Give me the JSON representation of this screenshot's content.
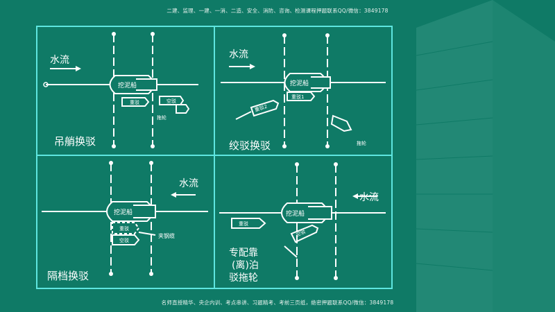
{
  "header": {
    "text": "二建、监理、一建、一消、二造、安全、消防、咨询、检测课程押题联系QQ/微信：3849178"
  },
  "footer": {
    "text": "名师直授精华、央企内训、考点串讲、习题精考、考前三页纸，绝密押题联系QQ/微信：3849178"
  },
  "panels": {
    "tl": {
      "flow": "水流",
      "dredger": "挖泥船",
      "barge_loaded": "重驳",
      "barge_empty": "空驳",
      "tug": "拖轮",
      "caption": "吊艄换驳"
    },
    "tr": {
      "flow": "水流",
      "dredger": "挖泥船",
      "barge_loaded_2": "重驳2",
      "barge_loaded_1": "重驳1",
      "tug": "拖轮",
      "caption": "绞驳换驳"
    },
    "bl": {
      "flow": "水流",
      "dredger": "挖泥船",
      "barge_loaded": "重驳",
      "barge_empty": "空驳",
      "cable": "夹钢缆",
      "caption": "隔档换驳"
    },
    "br": {
      "flow": "水流",
      "dredger": "挖泥船",
      "barge_loaded": "重驳",
      "barge_empty": "空驳",
      "caption_line1": "专配靠",
      "caption_line2": "(离)泊",
      "caption_line3": "驳拖轮"
    }
  },
  "colors": {
    "background": "#0f7a66",
    "frame": "#5ee6e0",
    "ink": "#ffffff"
  }
}
